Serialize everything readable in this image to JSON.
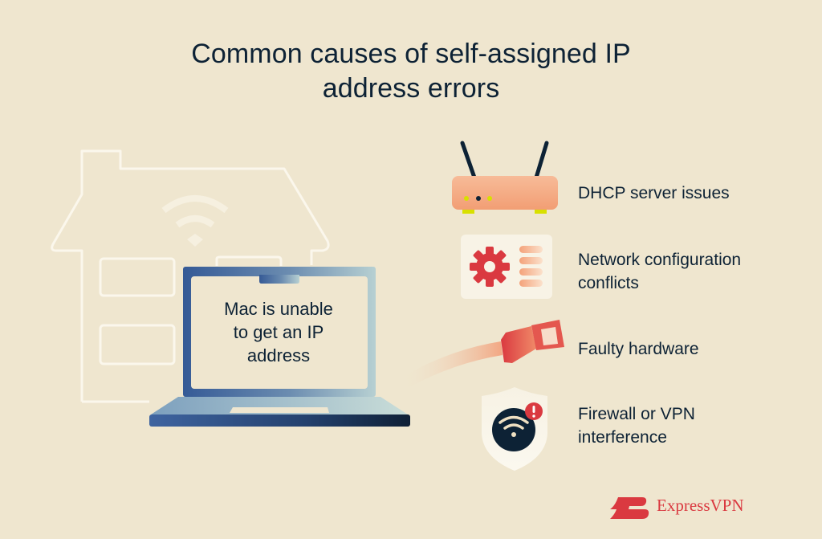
{
  "title": {
    "line1": "Common causes of self-assigned IP",
    "line2": "address errors"
  },
  "laptop": {
    "screen_text_line1": "Mac is unable",
    "screen_text_line2": "to get an IP",
    "screen_text_line3": "address"
  },
  "causes": [
    {
      "icon": "router-icon",
      "label_line1": "DHCP server issues",
      "label_line2": ""
    },
    {
      "icon": "gear-settings-icon",
      "label_line1": "Network configuration",
      "label_line2": "conflicts"
    },
    {
      "icon": "ethernet-cable-icon",
      "label_line1": "Faulty hardware",
      "label_line2": ""
    },
    {
      "icon": "shield-wifi-alert-icon",
      "label_line1": "Firewall or VPN",
      "label_line2": "interference"
    }
  ],
  "brand": {
    "name": "ExpressVPN",
    "color": "#da3940"
  },
  "colors": {
    "background": "#efe6cf",
    "text": "#0d2235",
    "accent_red": "#da3940",
    "router_orange": "#f4a57e",
    "led_yellow": "#d8e000",
    "laptop_blue": "#355a96"
  }
}
